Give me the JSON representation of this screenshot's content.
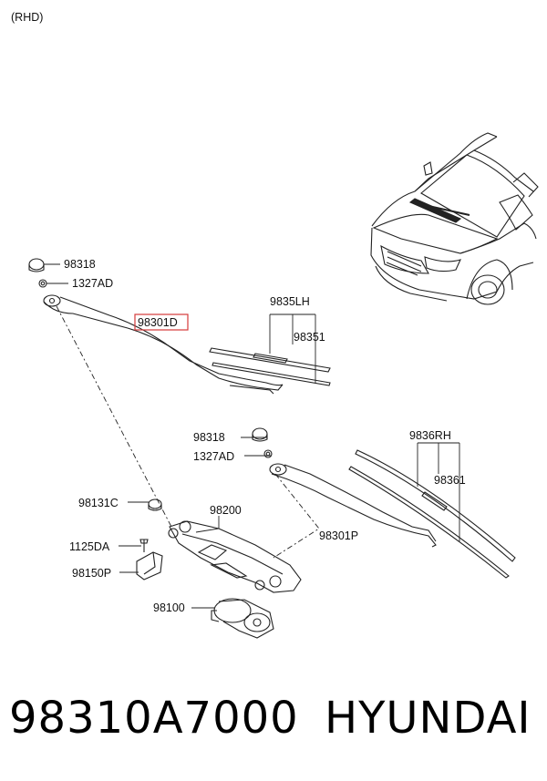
{
  "variant_note": "(RHD)",
  "callouts": {
    "c98318_top": "98318",
    "c1327ad_top": "1327AD",
    "c98301d": "98301D",
    "c9835lh": "9835LH",
    "c98351": "98351",
    "c98318_mid": "98318",
    "c1327ad_mid": "1327AD",
    "c9836rh": "9836RH",
    "c98361": "98361",
    "c98131c": "98131C",
    "c98200": "98200",
    "c1125da": "1125DA",
    "c98301p": "98301P",
    "c98150p": "98150P",
    "c98100": "98100"
  },
  "highlighted_part": "98301D",
  "footer": {
    "part_number": "98310A7000",
    "brand": "HYUNDAI"
  },
  "colors": {
    "highlight": "#d43a3a",
    "line": "#222222"
  }
}
